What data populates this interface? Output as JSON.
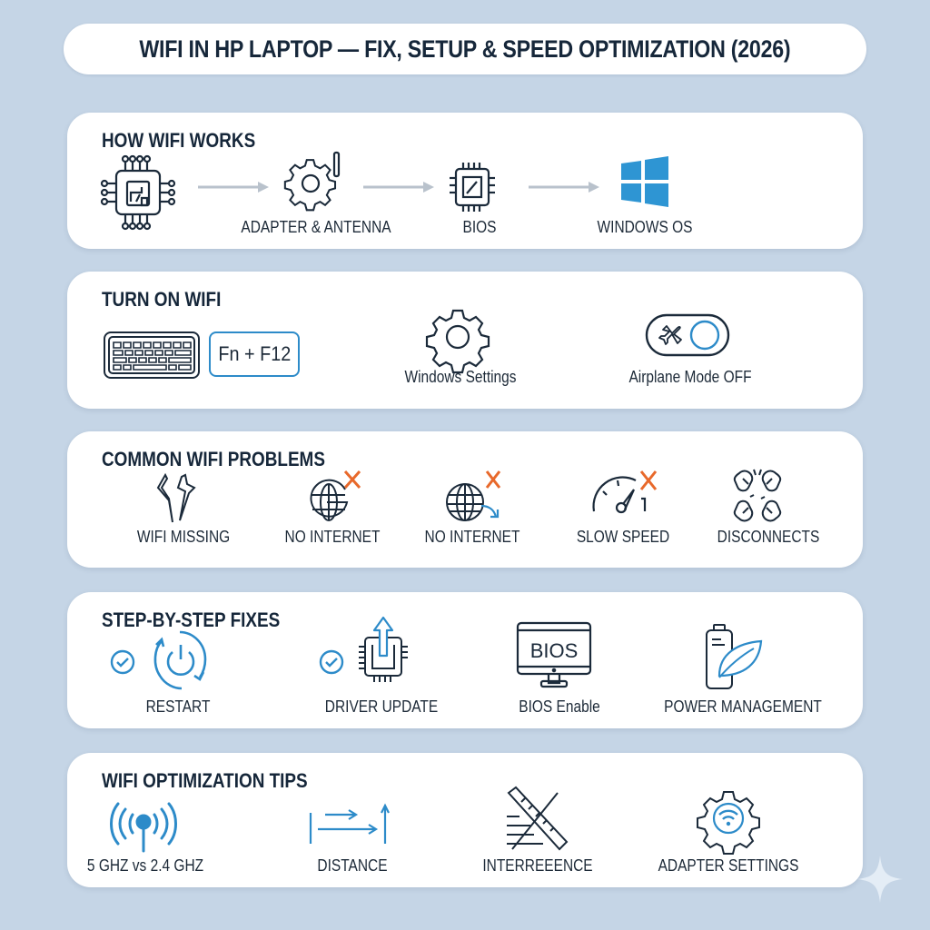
{
  "title": "WIFI IN HP LAPTOP — FIX, SETUP & SPEED OPTIMIZATION (2026)",
  "colors": {
    "background": "#c5d5e6",
    "card": "#ffffff",
    "text": "#16273a",
    "accent_blue": "#2d8bc9",
    "windows_blue": "#2e95d3",
    "error_orange": "#e8692b",
    "arrow_gray": "#b9c2cc"
  },
  "sections": {
    "how_wifi_works": {
      "title": "HOW WIFI WORKS",
      "steps": [
        {
          "icon": "circuit-chip-icon",
          "label": ""
        },
        {
          "icon": "gear-antenna-icon",
          "label": "ADAPTER & ANTENNA"
        },
        {
          "icon": "bios-chip-icon",
          "label": "BIOS"
        },
        {
          "icon": "windows-logo-icon",
          "label": "WINDOWS OS"
        }
      ]
    },
    "turn_on_wifi": {
      "title": "TURN ON WIFI",
      "items": [
        {
          "icon": "keyboard-icon",
          "key_combo": "Fn + F12"
        },
        {
          "icon": "gear-icon",
          "label": "Windows Settings"
        },
        {
          "icon": "airplane-toggle-icon",
          "label": "Airplane Mode OFF"
        }
      ]
    },
    "common_problems": {
      "title": "COMMON WIFI PROBLEMS",
      "items": [
        {
          "icon": "broken-signal-icon",
          "label": "WIFI MISSING"
        },
        {
          "icon": "globe-x-icon",
          "label": "NO INTERNET"
        },
        {
          "icon": "globe-x-arrow-icon",
          "label": "NO INTERNET"
        },
        {
          "icon": "speedometer-x-icon",
          "label": "SLOW SPEED"
        },
        {
          "icon": "broken-chain-icon",
          "label": "DISCONNECTS"
        }
      ]
    },
    "step_fixes": {
      "title": "STEP-BY-STEP FIXES",
      "items": [
        {
          "icon": "restart-power-icon",
          "label": "RESTART",
          "checked": true
        },
        {
          "icon": "driver-update-chip-icon",
          "label": "DRIVER UPDATE",
          "checked": true
        },
        {
          "icon": "bios-monitor-icon",
          "label": "BIOS Enable",
          "screen_text": "BIOS"
        },
        {
          "icon": "battery-leaf-icon",
          "label": "POWER MANAGEMENT"
        }
      ]
    },
    "optimization_tips": {
      "title": "WIFI OPTIMIZATION TIPS",
      "items": [
        {
          "icon": "antenna-signal-icon",
          "label": "5 GHZ vs 2.4 GHZ"
        },
        {
          "icon": "distance-arrows-icon",
          "label": "DISTANCE"
        },
        {
          "icon": "interference-ruler-icon",
          "label": "INTERREEENCE"
        },
        {
          "icon": "gear-wifi-icon",
          "label": "ADAPTER SETTINGS"
        }
      ]
    }
  }
}
